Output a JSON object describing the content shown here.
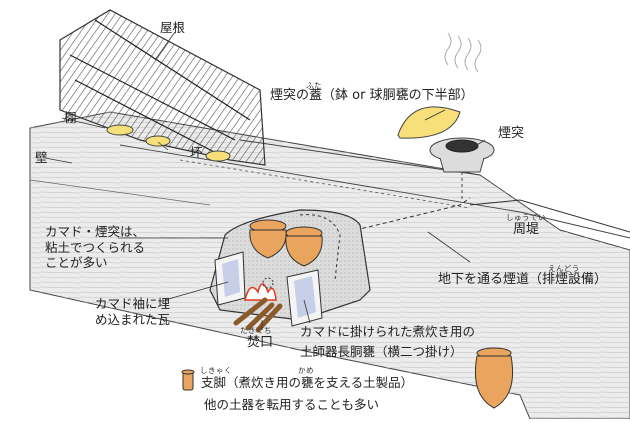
{
  "labels": {
    "roof": "屋根",
    "shelf": "棚",
    "wall": "壁",
    "cup": "坏",
    "chimney_lid": "煙突の蓋（鉢 or 球胴甕の下半部）",
    "chimney_lid_ruby": "ふた",
    "chimney": "煙突",
    "embankment": "周堤",
    "embankment_ruby": "しゅうてい",
    "kamado_clay_line1": "カマド・煙突は、",
    "kamado_clay_line2": "粘土でつくられる",
    "kamado_clay_line3": "ことが多い",
    "underground_flue": "地下を通る煙道（排煙設備）",
    "underground_flue_ruby": "えんどう",
    "tile_line1": "カマド袖に埋",
    "tile_line2": "め込まれた瓦",
    "firebox": "焚口",
    "firebox_ruby": "たきぐち",
    "pots_line1": "カマドに掛けられた煮炊き用の",
    "pots_line2": "土師器長胴甕（横二つ掛け）",
    "support": "支脚（煮炊き用の甕を支える土製品）",
    "support_ruby_1": "しきゃく",
    "support_ruby_2": "かめ",
    "support_note": "他の土器を転用することも多い"
  },
  "colors": {
    "pot_orange": "#e9a55e",
    "lid_yellow": "#f7df7a",
    "floor_gray": "#e8e8e8",
    "line": "#333333",
    "fire_red": "#e03a1e"
  }
}
